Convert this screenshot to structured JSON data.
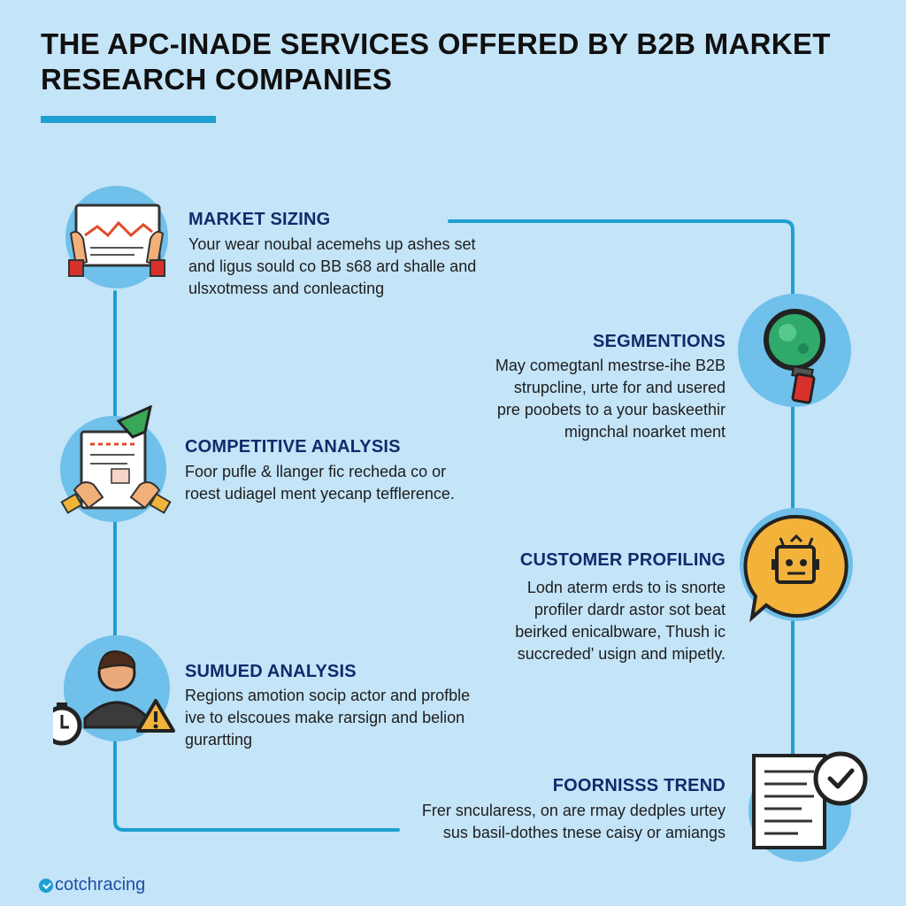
{
  "title": "THE APC-INADE SERVICES OFFERED BY B2B MARKET RESEARCH COMPANIES",
  "colors": {
    "background": "#c4e4f8",
    "accent": "#1f9fd1",
    "heading": "#0f2b6b",
    "icon_circle": "#6fc0ea",
    "profiling_bubble": "#f3b33b"
  },
  "services": [
    {
      "id": "market-sizing",
      "heading": "MARKET SIZING",
      "description": "Your wear noubal acemehs up ashes set and ligus sould co BB s68 ard shalle and ulsxotmess and conleacting",
      "icon": "chart-board-icon"
    },
    {
      "id": "segmentions",
      "heading": "SEGMENTIONS",
      "description": "May comegtanl mestrse-ihe B2B strupcline, urte for and usered pre poobets to a your baskeethir mignchal noarket ment",
      "icon": "magnifier-icon"
    },
    {
      "id": "competitive-analysis",
      "heading": "COMPETITIVE ANALYSIS",
      "description": "Foor pufle & llanger fic recheda co or roest udiagel ment yecanp tefflerence.",
      "icon": "report-hands-icon"
    },
    {
      "id": "customer-profiling",
      "heading": "CUSTOMER PROFILING",
      "description": "Lodn aterm erds to is snorte profiler dardr astor sot beat beirked enicalbware, Thush ic succreded' usign and mipetly.",
      "icon": "profile-bubble-icon"
    },
    {
      "id": "sumued-analysis",
      "heading": "SUMUED ANALYSIS",
      "description": "Regions amotion socip actor and profble ive to elscoues make rarsign and belion gurartting",
      "icon": "person-alert-icon"
    },
    {
      "id": "foornisss-trend",
      "heading": "FOORNISSS TREND",
      "description": "Frer sncularess, on are rmay dedples urtey sus basil-dothes tnese caisy or amiangs",
      "icon": "document-check-icon"
    }
  ],
  "brand": "cotchracing"
}
